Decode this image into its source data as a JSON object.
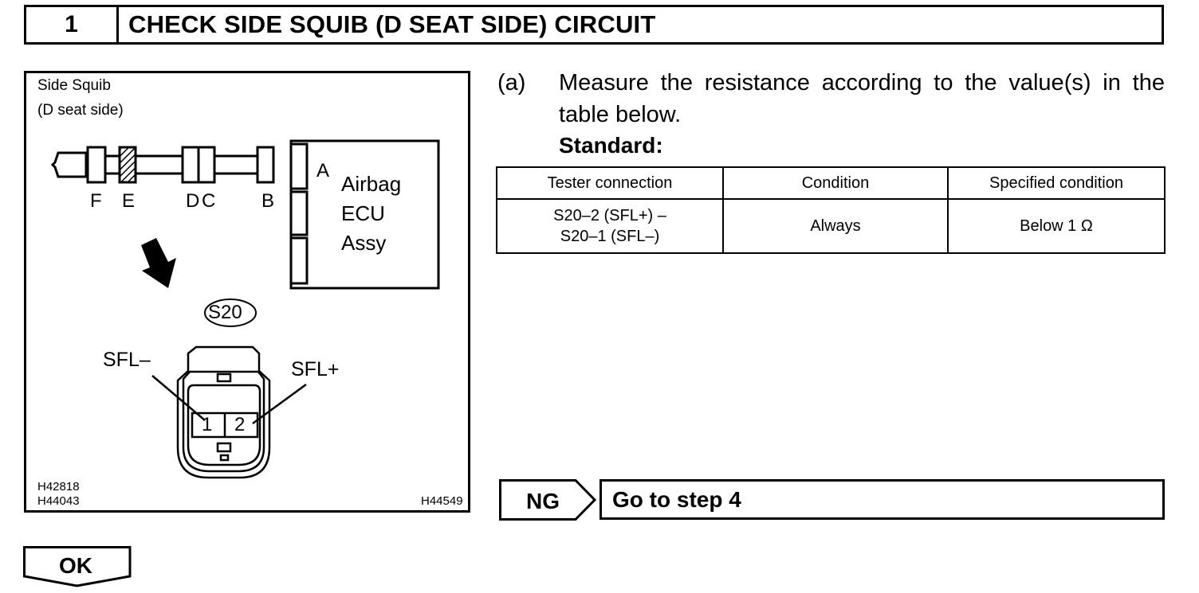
{
  "header": {
    "step_number": "1",
    "title": "CHECK SIDE SQUIB (D SEAT SIDE) CIRCUIT"
  },
  "figure": {
    "caption_line1": "Side Squib",
    "caption_line2": "(D seat side)",
    "connector_labels": [
      "F",
      "E",
      "D",
      "C",
      "B",
      "A"
    ],
    "ecu_label_lines": [
      "Airbag",
      "ECU",
      "Assy"
    ],
    "connector_code": "S20",
    "terminal_labels": {
      "minus": "SFL–",
      "plus": "SFL+"
    },
    "pin_numbers": [
      "1",
      "2"
    ],
    "ref_codes_left": [
      "H42818",
      "H44043"
    ],
    "ref_code_right": "H44549"
  },
  "step_a": {
    "marker": "(a)",
    "line1": "Measure the resistance according to the value(s) in the",
    "line2": "table below.",
    "standard_label": "Standard:"
  },
  "table": {
    "headers": [
      "Tester connection",
      "Condition",
      "Specified condition"
    ],
    "rows": [
      {
        "tester_line1": "S20–2 (SFL+) –",
        "tester_line2": "S20–1 (SFL–)",
        "condition": "Always",
        "specified": "Below 1 Ω"
      }
    ]
  },
  "ng": {
    "label": "NG",
    "action": "Go to step 4"
  },
  "ok": {
    "label": "OK"
  }
}
